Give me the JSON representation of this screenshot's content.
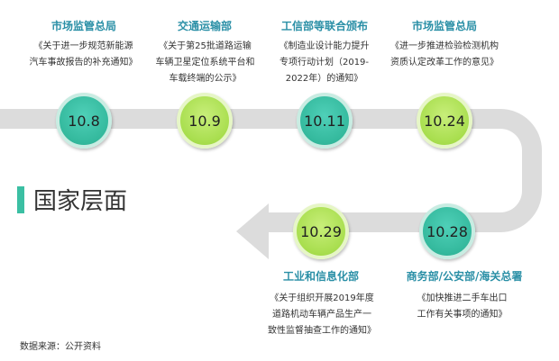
{
  "colors": {
    "arrow": "#dcdcdc",
    "teal": "#34b99d",
    "green": "#a8de4e",
    "agency_text": "#2a8fa6",
    "title_bar": "#3bbfa3"
  },
  "title": "国家层面",
  "source": "数据来源：公开资料",
  "items": [
    {
      "date": "10.8",
      "agency": "市场监管总局",
      "doc_lines": [
        "《关于进一步规范新能源",
        "汽车事故报告的补充通知》"
      ],
      "style": "teal"
    },
    {
      "date": "10.9",
      "agency": "交通运输部",
      "doc_lines": [
        "《关于第25批道路运输",
        "车辆卫星定位系统平台和",
        "车载终端的公示》"
      ],
      "style": "green"
    },
    {
      "date": "10.11",
      "agency": "工信部等联合颁布",
      "doc_lines": [
        "《制造业设计能力提升",
        "专项行动计划（2019-",
        "2022年）的通知》"
      ],
      "style": "teal"
    },
    {
      "date": "10.24",
      "agency": "市场监管总局",
      "doc_lines": [
        "《进一步推进检验检测机构",
        "资质认定改革工作的意见》"
      ],
      "style": "green"
    },
    {
      "date": "10.28",
      "agency": "商务部/公安部/海关总署",
      "doc_lines": [
        "《加快推进二手车出口",
        "工作有关事项的通知》"
      ],
      "style": "teal"
    },
    {
      "date": "10.29",
      "agency": "工业和信息化部",
      "doc_lines": [
        "《关于组织开展2019年度",
        "道路机动车辆产品生产一",
        "致性监督抽查工作的通知》"
      ],
      "style": "green"
    }
  ]
}
